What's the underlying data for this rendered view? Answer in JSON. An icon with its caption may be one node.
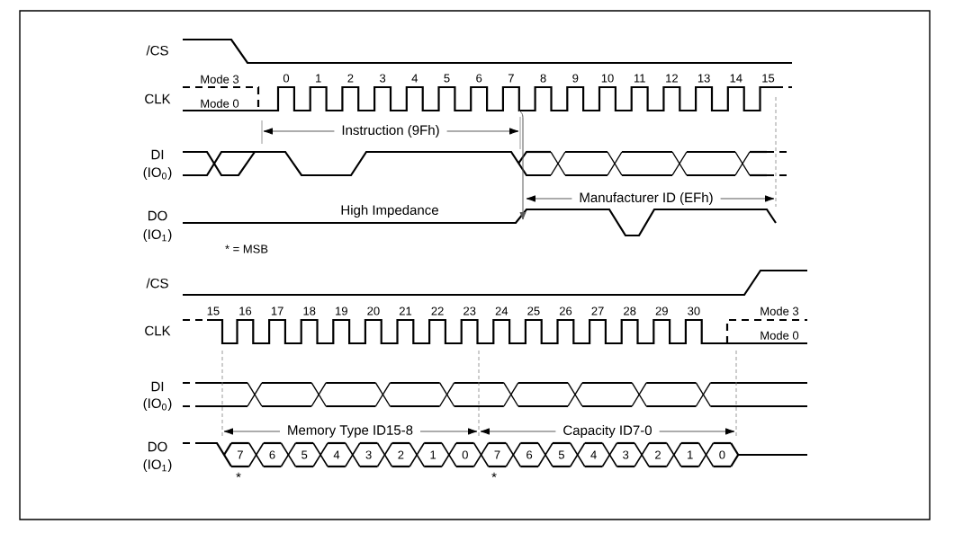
{
  "diagram": {
    "labels": [
      "/CS",
      "Mode 3",
      "0",
      "1",
      "2",
      "3",
      "4",
      "5",
      "6",
      "7",
      "8",
      "9",
      "10",
      "11",
      "12",
      "13",
      "14",
      "15",
      "CLK",
      "Mode 0",
      "Instruction (9Fh)",
      "DI",
      "(IO$_{0}$)",
      "Manufacturer ID (EFh)",
      "DO",
      "High Impedance",
      "(IO$_{1}$)",
      "* = MSB",
      "/CS",
      "15",
      "16",
      "17",
      "18",
      "19",
      "20",
      "21",
      "22",
      "23",
      "24",
      "25",
      "26",
      "27",
      "28",
      "29",
      "30",
      "Mode 3",
      "CLK",
      "Mode 0",
      "DI",
      "(IO$_{0}$)",
      "Memory Type ID15-8",
      "Capacity ID7-0",
      "DO",
      "7",
      "6",
      "5",
      "4",
      "3",
      "2",
      "1",
      "0",
      "7",
      "6",
      "5",
      "4",
      "3",
      "2",
      "1",
      "0",
      "(IO$_{1}$)",
      "*",
      "*"
    ]
  }
}
